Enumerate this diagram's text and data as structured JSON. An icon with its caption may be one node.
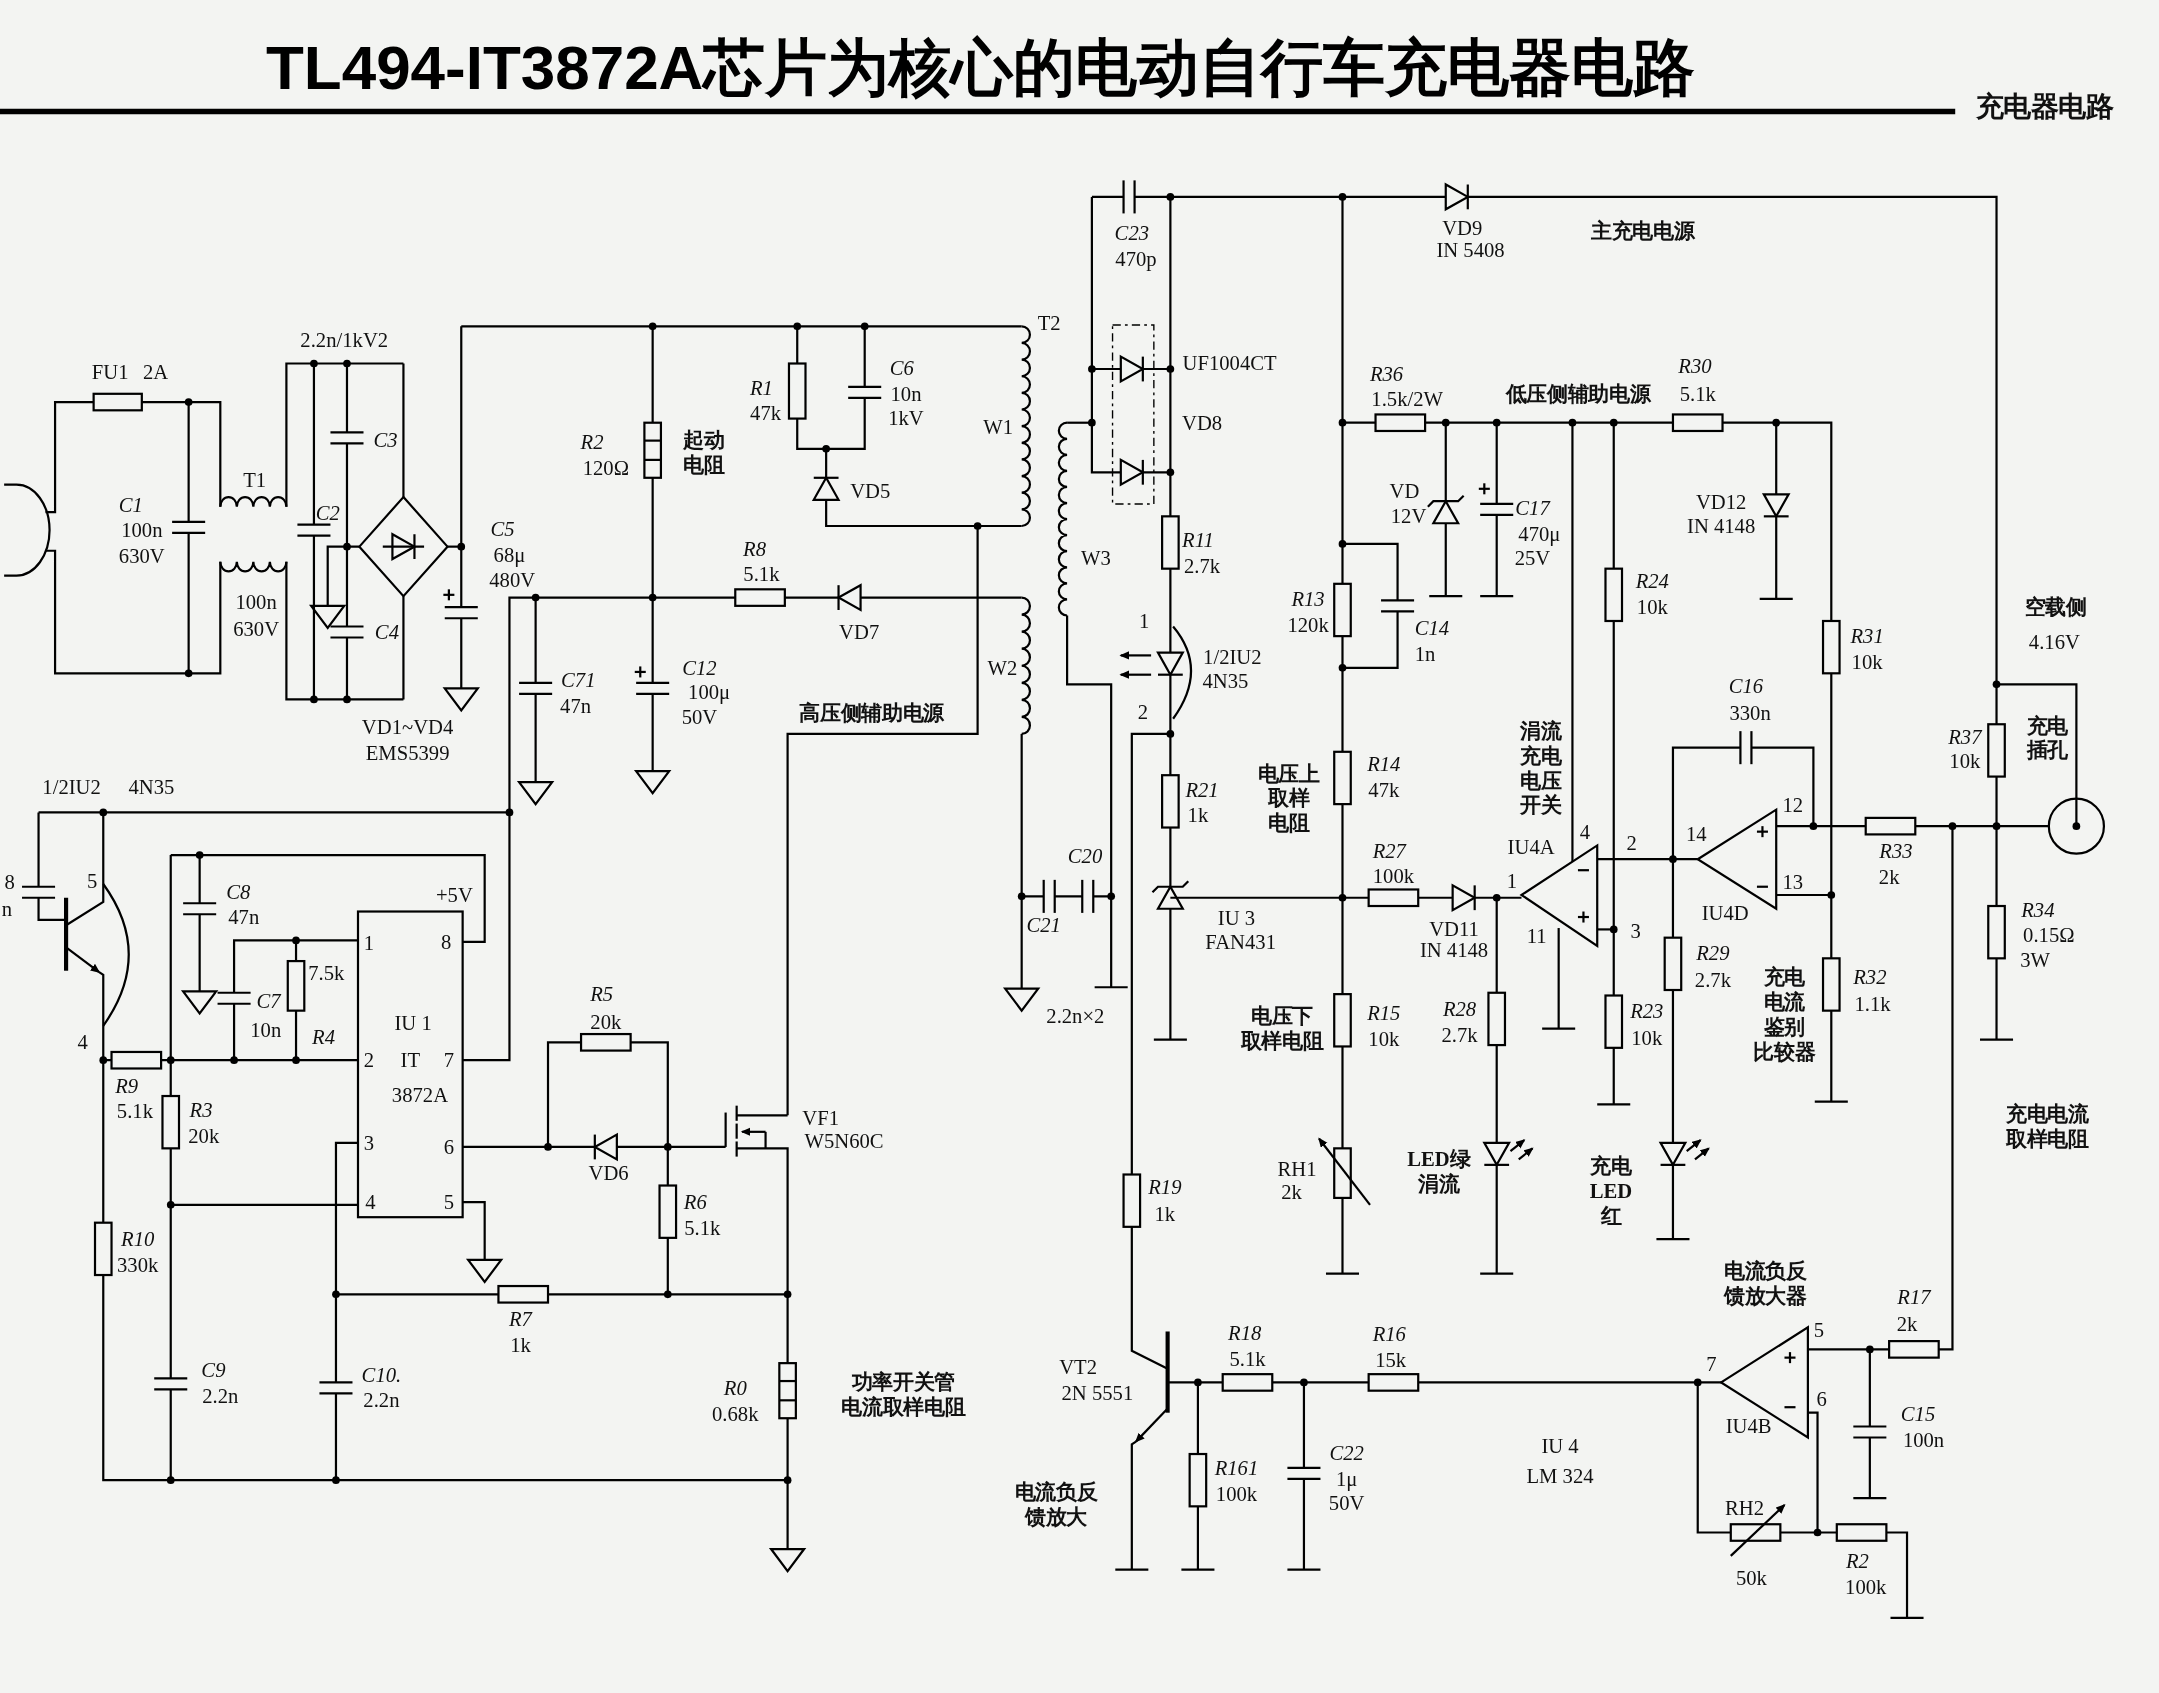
{
  "diagram": {
    "title": "TL494-IT3872A芯片为核心的电动自行车充电器电路",
    "labels": [
      "充电器电路",
      "FU1",
      "2A",
      "2.2n/1kV2",
      "C1",
      "100n",
      "630V",
      "T1",
      "C3",
      "C2",
      "C4",
      "100n",
      "630V",
      "VD1~VD4",
      "EMS5399",
      "C5",
      "68μ",
      "480V",
      "R2",
      "120Ω",
      "起动电阻",
      "R1",
      "47k",
      "C6",
      "10n",
      "1kV",
      "VD5",
      "T2",
      "W1",
      "R8",
      "5.1k",
      "VD7",
      "W2",
      "C71",
      "47n",
      "C12",
      "100μ",
      "50V",
      "高压侧辅助电源",
      "1/2IU2",
      "4N35",
      "8",
      "n",
      "5",
      "C8",
      "47n",
      "+5V",
      "1",
      "8",
      "7.5k",
      "C7",
      "10n",
      "R4",
      "IU 1",
      "4",
      "2",
      "IT",
      "7",
      "R9",
      "5.1k",
      "3872A",
      "R3",
      "20k",
      "R5",
      "20k",
      "3",
      "6",
      "VF1",
      "W5N60C",
      "VD6",
      "4",
      "5",
      "R6",
      "5.1k",
      "R10",
      "330k",
      "R7",
      "1k",
      "C9",
      "2.2n",
      "C10.",
      "2.2n",
      "R0",
      "0.68k",
      "功率开关管电流取样电阻",
      "C23",
      "470p",
      "VD9",
      "IN 5408",
      "主充电电源",
      "UF1004CT",
      "R36",
      "1.5k/2W",
      "低压侧辅助电源",
      "R30",
      "5.1k",
      "VD8",
      "VD",
      "12V",
      "C17",
      "470μ",
      "25V",
      "VD12",
      "IN 4148",
      "R11",
      "2.7k",
      "W3",
      "R13",
      "120k",
      "C14",
      "1n",
      "R24",
      "10k",
      "1",
      "1/2IU2",
      "4N35",
      "2",
      "空载侧",
      "4.16V",
      "R31",
      "10k",
      "C16",
      "330n",
      "R37",
      "10k",
      "充电插孔",
      "R21",
      "1k",
      "电压上取样电阻",
      "R14",
      "47k",
      "涓流充电电压开关",
      "C20",
      "R27",
      "IU4A",
      "4",
      "2",
      "14",
      "12",
      "R33",
      "100k",
      "1",
      "13",
      "2k",
      "IU 3",
      "C21",
      "FAN431",
      "VD11",
      "IN 4148",
      "11",
      "3",
      "IU4D",
      "R34",
      "0.15Ω",
      "3W",
      "R29",
      "2.7k",
      "R32",
      "1.1k",
      "充电电流鉴别比较器",
      "R28",
      "2.7k",
      "R23",
      "10k",
      "2.2n×2",
      "R15",
      "10k",
      "电压下取样电阻",
      "充电电流取样电阻",
      "LED绿涓流",
      "RH1",
      "2k",
      "充电LED红",
      "R19",
      "1k",
      "电流负反馈放大器",
      "R17",
      "R18",
      "R16",
      "5",
      "2k",
      "VT2",
      "5.1k",
      "15k",
      "7",
      "2N 5551",
      "6",
      "C15",
      "100n",
      "IU4B",
      "IU 4",
      "LM 324",
      "C22",
      "1μ",
      "50V",
      "R161",
      "100k",
      "电流负反馈放大",
      "RH2",
      "R2",
      "50k",
      "100k"
    ]
  }
}
